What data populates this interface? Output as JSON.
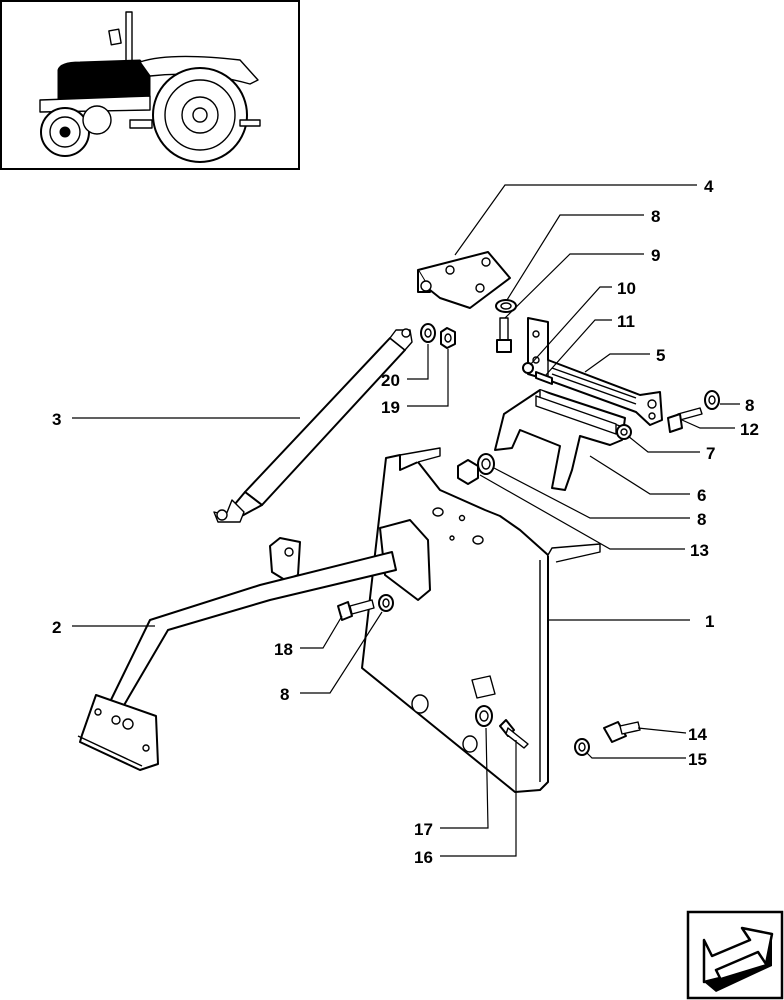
{
  "callouts": {
    "c1": "1",
    "c2": "2",
    "c3": "3",
    "c4": "4",
    "c5": "5",
    "c6": "6",
    "c7": "7",
    "c8a": "8",
    "c8b": "8",
    "c8c": "8",
    "c8d": "8",
    "c9": "9",
    "c10": "10",
    "c11": "11",
    "c12": "12",
    "c13": "13",
    "c14": "14",
    "c15": "15",
    "c16": "16",
    "c17": "17",
    "c18": "18",
    "c19": "19",
    "c20": "20"
  },
  "icons": {
    "thumbnail": "tractor-thumbnail-icon",
    "navigation": "next-page-arrow-icon"
  },
  "colors": {
    "line": "#000000",
    "background": "#ffffff"
  }
}
